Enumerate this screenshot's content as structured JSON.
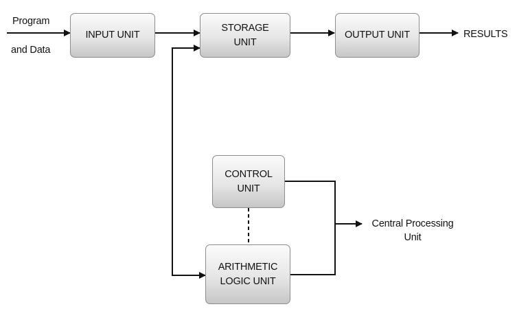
{
  "nodes": {
    "input_unit": "INPUT UNIT",
    "storage_unit": "STORAGE\nUNIT",
    "output_unit": "OUTPUT UNIT",
    "control_unit": "CONTROL\nUNIT",
    "alu": "ARITHMETIC\nLOGIC UNIT"
  },
  "labels": {
    "program": "Program",
    "and_data": "and Data",
    "results": "RESULTS",
    "cpu": "Central Processing\nUnit"
  },
  "colors": {
    "box_border": "#8c8c8c",
    "box_fill_top": "#fbfbfb",
    "box_fill_bottom": "#c6c6c6",
    "line": "#111111"
  }
}
